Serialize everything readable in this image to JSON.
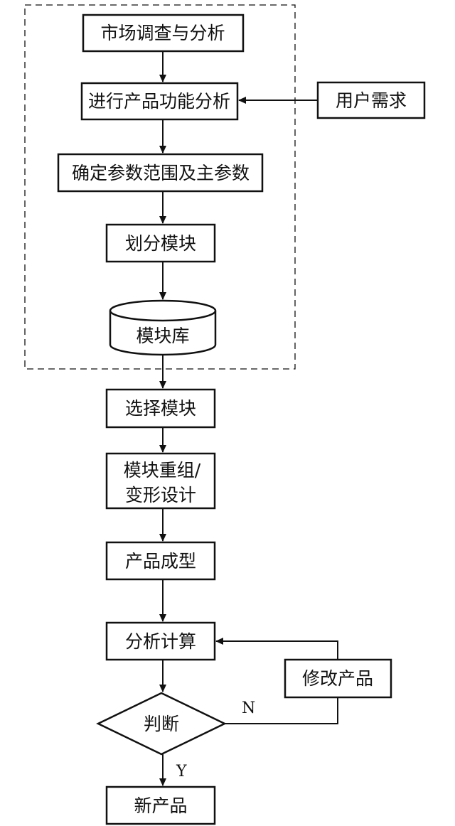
{
  "nodes": {
    "market": "市场调查与分析",
    "function_analysis": "进行产品功能分析",
    "user_needs": "用户需求",
    "params": "确定参数范围及主参数",
    "divide": "划分模块",
    "library": "模块库",
    "select": "选择模块",
    "recombine_line1": "模块重组/",
    "recombine_line2": "变形设计",
    "forming": "产品成型",
    "calc": "分析计算",
    "modify": "修改产品",
    "judge": "判断",
    "new_product": "新产品"
  },
  "edge_labels": {
    "no": "N",
    "yes": "Y"
  },
  "colors": {
    "stroke": "#111111",
    "fill": "#ffffff"
  }
}
